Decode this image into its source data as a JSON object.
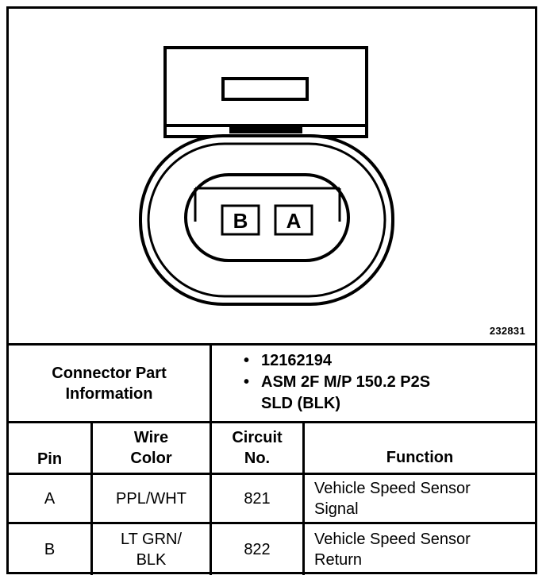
{
  "diagram": {
    "pin_labels": [
      "B",
      "A"
    ],
    "figure_id": "232831"
  },
  "connector_info": {
    "label_line1": "Connector Part",
    "label_line2": "Information",
    "items": [
      "12162194",
      "ASM 2F M/P 150.2 P2S",
      "SLD (BLK)"
    ]
  },
  "table": {
    "headers": {
      "pin": "Pin",
      "wire_color_line1": "Wire",
      "wire_color_line2": "Color",
      "circuit_line1": "Circuit",
      "circuit_line2": "No.",
      "function": "Function"
    },
    "rows": [
      {
        "pin": "A",
        "color_line1": "PPL/WHT",
        "color_line2": "",
        "circuit": "821",
        "function_line1": "Vehicle Speed Sensor",
        "function_line2": "Signal"
      },
      {
        "pin": "B",
        "color_line1": "LT GRN/",
        "color_line2": "BLK",
        "circuit": "822",
        "function_line1": "Vehicle Speed Sensor",
        "function_line2": "Return"
      }
    ]
  }
}
